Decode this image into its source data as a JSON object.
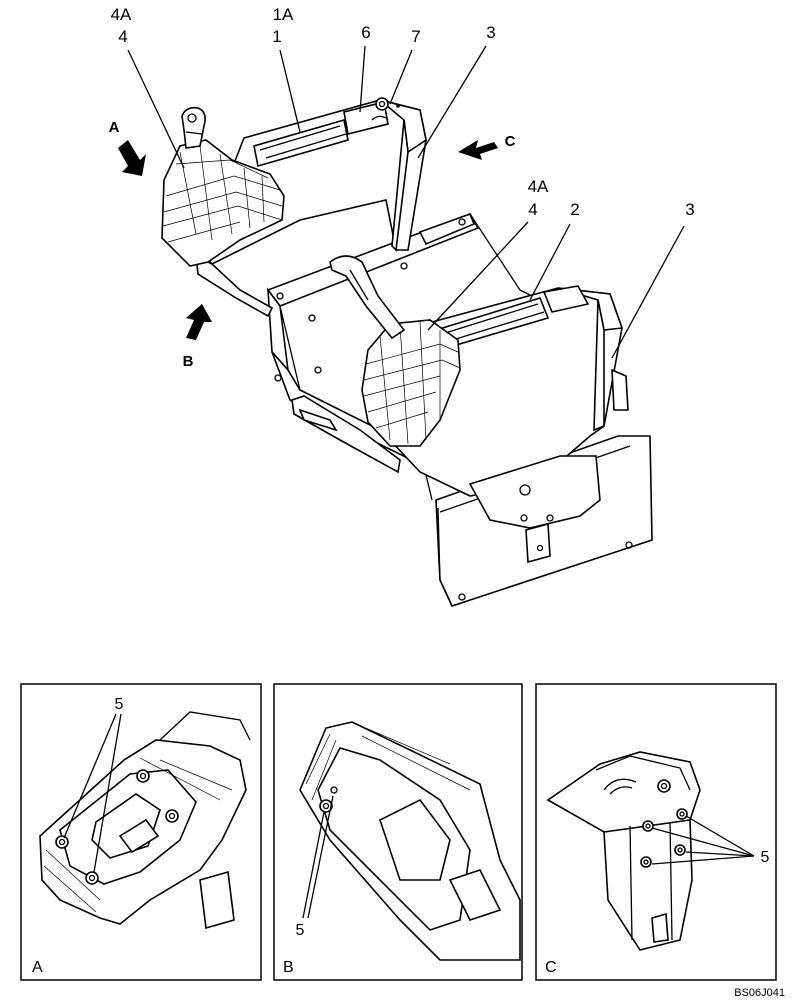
{
  "callouts": {
    "c4a_top": "4A",
    "c4_top": "4",
    "c1a": "1A",
    "c1": "1",
    "c6": "6",
    "c7": "7",
    "c3_top": "3",
    "c4a_mid": "4A",
    "c4_mid": "4",
    "c2": "2",
    "c3_mid": "3"
  },
  "view_arrows": {
    "a": "A",
    "b": "B",
    "c": "C"
  },
  "detail_panels": [
    {
      "label": "A",
      "callout": "5"
    },
    {
      "label": "B",
      "callout": "5"
    },
    {
      "label": "C",
      "callout": "5"
    }
  ],
  "drawing_code": "BS06J041"
}
